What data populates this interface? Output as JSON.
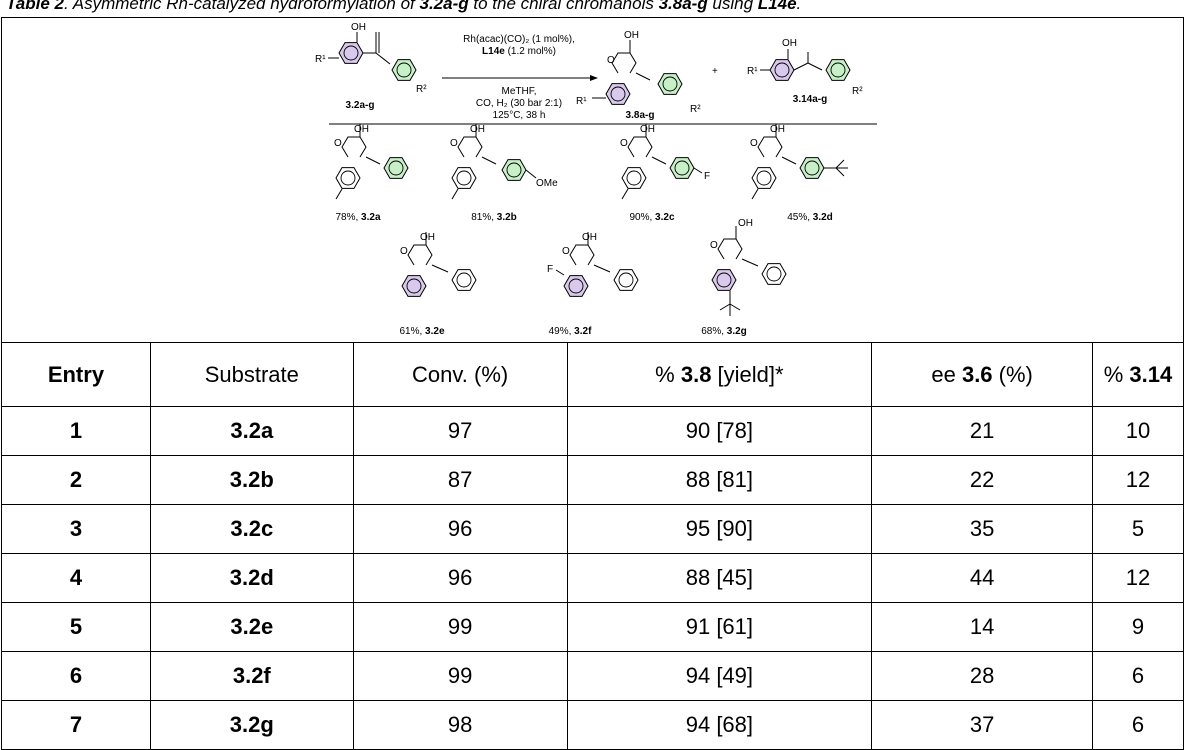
{
  "caption": {
    "prefix": "Table 2",
    "text_1": ". Asymmetric Rh-catalyzed hydroformylation of ",
    "bold_1": "3.2a-g",
    "text_2": " to the chiral chromanols ",
    "bold_2": "3.8a-g",
    "text_3": " using ",
    "bold_3": "L14e",
    "text_4": "."
  },
  "scheme": {
    "reagent_line1": "Rh(acac)(CO)₂ (1 mol%),",
    "reagent_line2_bold": "L14e",
    "reagent_line2": " (1.2 mol%)",
    "condition_line1": "MeTHF,",
    "condition_line2": "CO, H₂ (30 bar 2:1)",
    "condition_line3": "125°C, 38 h",
    "substrate_label": "3.2a-g",
    "product_label": "3.8a-g",
    "byproduct_label": "3.14a-g",
    "plus": "+",
    "r1": "R¹",
    "r2": "R²",
    "oh": "OH",
    "o": "O",
    "ome": "OMe",
    "f": "F",
    "products": [
      {
        "yield": "78%, ",
        "label": "3.2a"
      },
      {
        "yield": "81%, ",
        "label": "3.2b"
      },
      {
        "yield": "90%, ",
        "label": "3.2c"
      },
      {
        "yield": "45%, ",
        "label": "3.2d"
      },
      {
        "yield": "61%, ",
        "label": "3.2e"
      },
      {
        "yield": "49%, ",
        "label": "3.2f"
      },
      {
        "yield": "68%, ",
        "label": "3.2g"
      }
    ]
  },
  "table": {
    "headers": {
      "entry": "Entry",
      "substrate": "Substrate",
      "conv": "Conv. (%)",
      "yield_pre": "% ",
      "yield_bold": "3.8",
      "yield_post": " [yield]*",
      "ee_pre": "ee ",
      "ee_bold": "3.6",
      "ee_post": " (%)",
      "by_pre": "% ",
      "by_bold": "3.14"
    },
    "rows": [
      {
        "entry": "1",
        "substrate": "3.2a",
        "conv": "97",
        "yield": "90 [78]",
        "ee": "21",
        "by": "10"
      },
      {
        "entry": "2",
        "substrate": "3.2b",
        "conv": "87",
        "yield": "88 [81]",
        "ee": "22",
        "by": "12"
      },
      {
        "entry": "3",
        "substrate": "3.2c",
        "conv": "96",
        "yield": "95 [90]",
        "ee": "35",
        "by": "5"
      },
      {
        "entry": "4",
        "substrate": "3.2d",
        "conv": "96",
        "yield": "88 [45]",
        "ee": "44",
        "by": "12"
      },
      {
        "entry": "5",
        "substrate": "3.2e",
        "conv": "99",
        "yield": "91 [61]",
        "ee": "14",
        "by": "9"
      },
      {
        "entry": "6",
        "substrate": "3.2f",
        "conv": "99",
        "yield": "94 [49]",
        "ee": "28",
        "by": "6"
      },
      {
        "entry": "7",
        "substrate": "3.2g",
        "conv": "98",
        "yield": "94 [68]",
        "ee": "37",
        "by": "6"
      }
    ]
  }
}
